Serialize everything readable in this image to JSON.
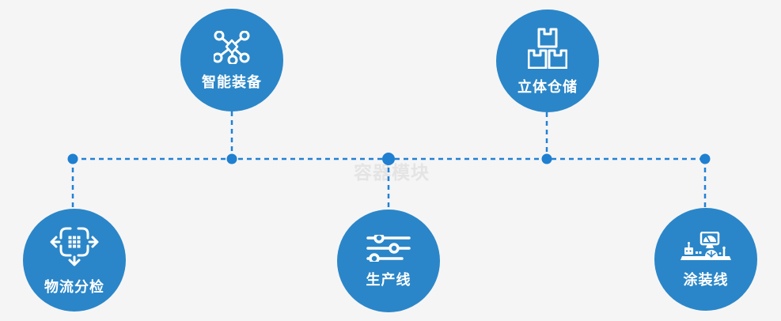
{
  "diagram": {
    "watermark": "容器模块",
    "nodes": [
      {
        "id": "smart-equipment",
        "label": "智能装备",
        "icon": "network-nodes-icon"
      },
      {
        "id": "stereoscopic-warehouse",
        "label": "立体仓储",
        "icon": "stacked-boxes-icon"
      },
      {
        "id": "logistics-sorting",
        "label": "物流分检",
        "icon": "move-sort-icon"
      },
      {
        "id": "production-line",
        "label": "生产线",
        "icon": "sliders-icon"
      },
      {
        "id": "painting-line",
        "label": "涂装线",
        "icon": "machine-monitor-icon"
      }
    ],
    "colors": {
      "background": "#f5f5f6",
      "circle": "#2a86c8",
      "connector": "#2181d4",
      "label_text": "#ffffff",
      "watermark_text": "#e4e4e4"
    }
  }
}
